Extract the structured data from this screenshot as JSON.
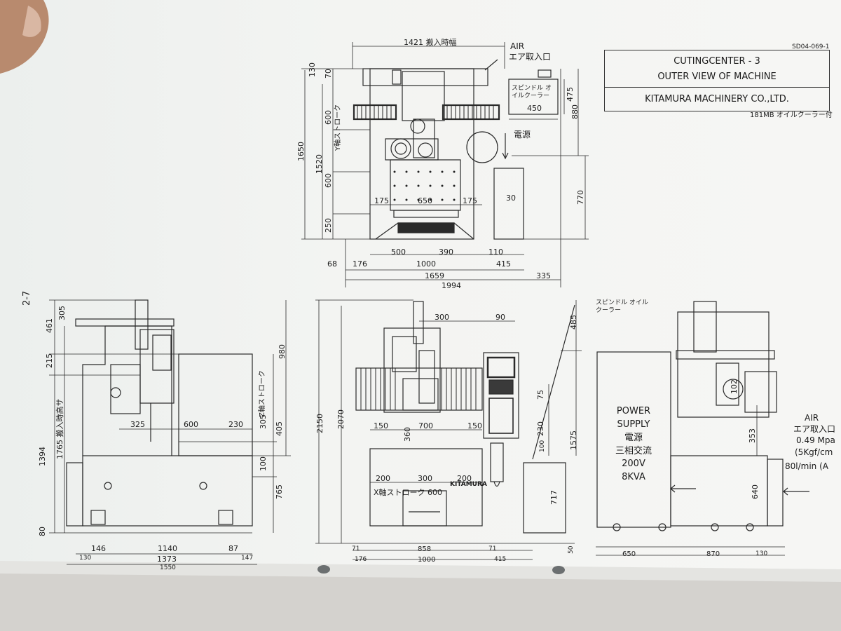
{
  "drawing": {
    "doc_no": "SD04-069-1",
    "title_line1": "CUTINGCENTER - 3",
    "title_line2": "OUTER VIEW OF MACHINE",
    "company": "KITAMURA MACHINERY CO.,LTD.",
    "note_cooler": "181MB オイルクーラー付",
    "page_no": "2-7"
  },
  "top_view": {
    "air_label": "AIR",
    "air_inlet": "エア取入口",
    "spindle_cooler": "スピンドル オイルクーラー",
    "power": "電源",
    "y_stroke": "Y軸ストローク",
    "dims": {
      "width_install": "1421 搬入時幅",
      "d130": "130",
      "d70": "70",
      "d600a": "600",
      "d1650": "1650",
      "d1520": "1520",
      "d600b": "600",
      "d250": "250",
      "d475": "475",
      "d450": "450",
      "d880": "880",
      "d770": "770",
      "d175a": "175",
      "d650": "650",
      "d175b": "175",
      "d30": "30",
      "d500": "500",
      "d390": "390",
      "d110": "110",
      "d68": "68",
      "d176": "176",
      "d1000": "1000",
      "d415": "415",
      "d1659": "1659",
      "d335": "335",
      "d1994": "1994"
    }
  },
  "side_view": {
    "install_height": "1765 搬入時高サ",
    "z_stroke": "Z軸ストローク",
    "dims": {
      "d305": "305",
      "d461": "461",
      "d215": "215",
      "d1394": "1394",
      "d80": "80",
      "d325": "325",
      "d600": "600",
      "d230": "230",
      "d305b": "305",
      "d405": "405",
      "d100": "100",
      "d765": "765",
      "d980": "980",
      "d146": "146",
      "d1140": "1140",
      "d87": "87",
      "d130": "130",
      "d1373": "1373",
      "d147": "147",
      "d1550": "1550"
    }
  },
  "front_view": {
    "x_stroke": "X軸ストローク 600",
    "brand": "KITAMURA",
    "spindle_cooler": "スピンドル オイルクーラー",
    "dims": {
      "d2150": "2150",
      "d2070": "2070",
      "d300": "300",
      "d90": "90",
      "d485": "485",
      "d150a": "150",
      "d700": "700",
      "d150b": "150",
      "d360": "360",
      "d75": "75",
      "d230": "230",
      "d100": "100",
      "d1575": "1575",
      "d200a": "200",
      "d300b": "300",
      "d200b": "200",
      "d717": "717",
      "d50": "50",
      "d71a": "71",
      "d858": "858",
      "d71b": "71",
      "d176": "176",
      "d1000": "1000",
      "d415": "415"
    }
  },
  "right_view": {
    "power_supply_1": "POWER",
    "power_supply_2": "SUPPLY",
    "power_supply_3": "電源",
    "power_supply_4": "三相交流",
    "power_supply_5": "200V",
    "power_supply_6": "8KVA",
    "air_label": "AIR",
    "air_inlet": "エア取入口",
    "air_pressure": "0.49 Mpa",
    "air_pressure2": "(5Kgf/cm",
    "air_flow": "80l/min (A",
    "dims": {
      "d102": "102",
      "d353": "353",
      "d640": "640",
      "d650": "650",
      "d870": "870",
      "d130": "130"
    }
  },
  "colors": {
    "paper": "#f2f3f1",
    "ink": "#1c1c1c",
    "background": "#d9d7d3"
  }
}
